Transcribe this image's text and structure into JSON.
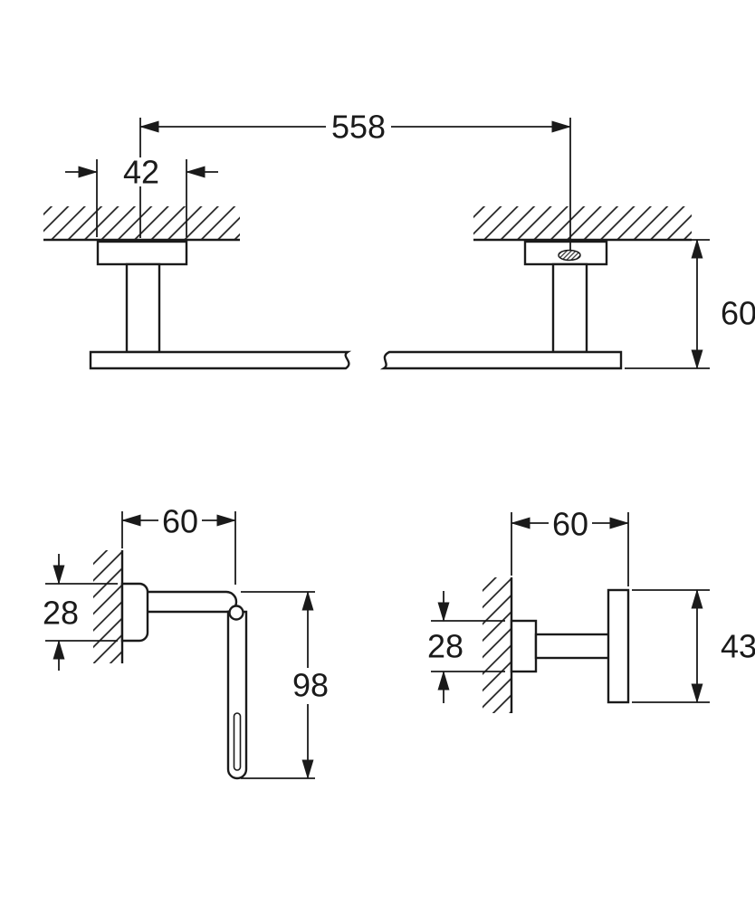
{
  "drawing": {
    "ink": "#1a1a1a",
    "background": "#ffffff",
    "towel_bar": {
      "span": "558",
      "plate_width": "42",
      "drop_height": "60"
    },
    "paper_holder": {
      "depth": "60",
      "plate_height": "28",
      "total_height": "98"
    },
    "hook": {
      "depth": "60",
      "plate_height": "28",
      "plate_size": "43"
    }
  }
}
